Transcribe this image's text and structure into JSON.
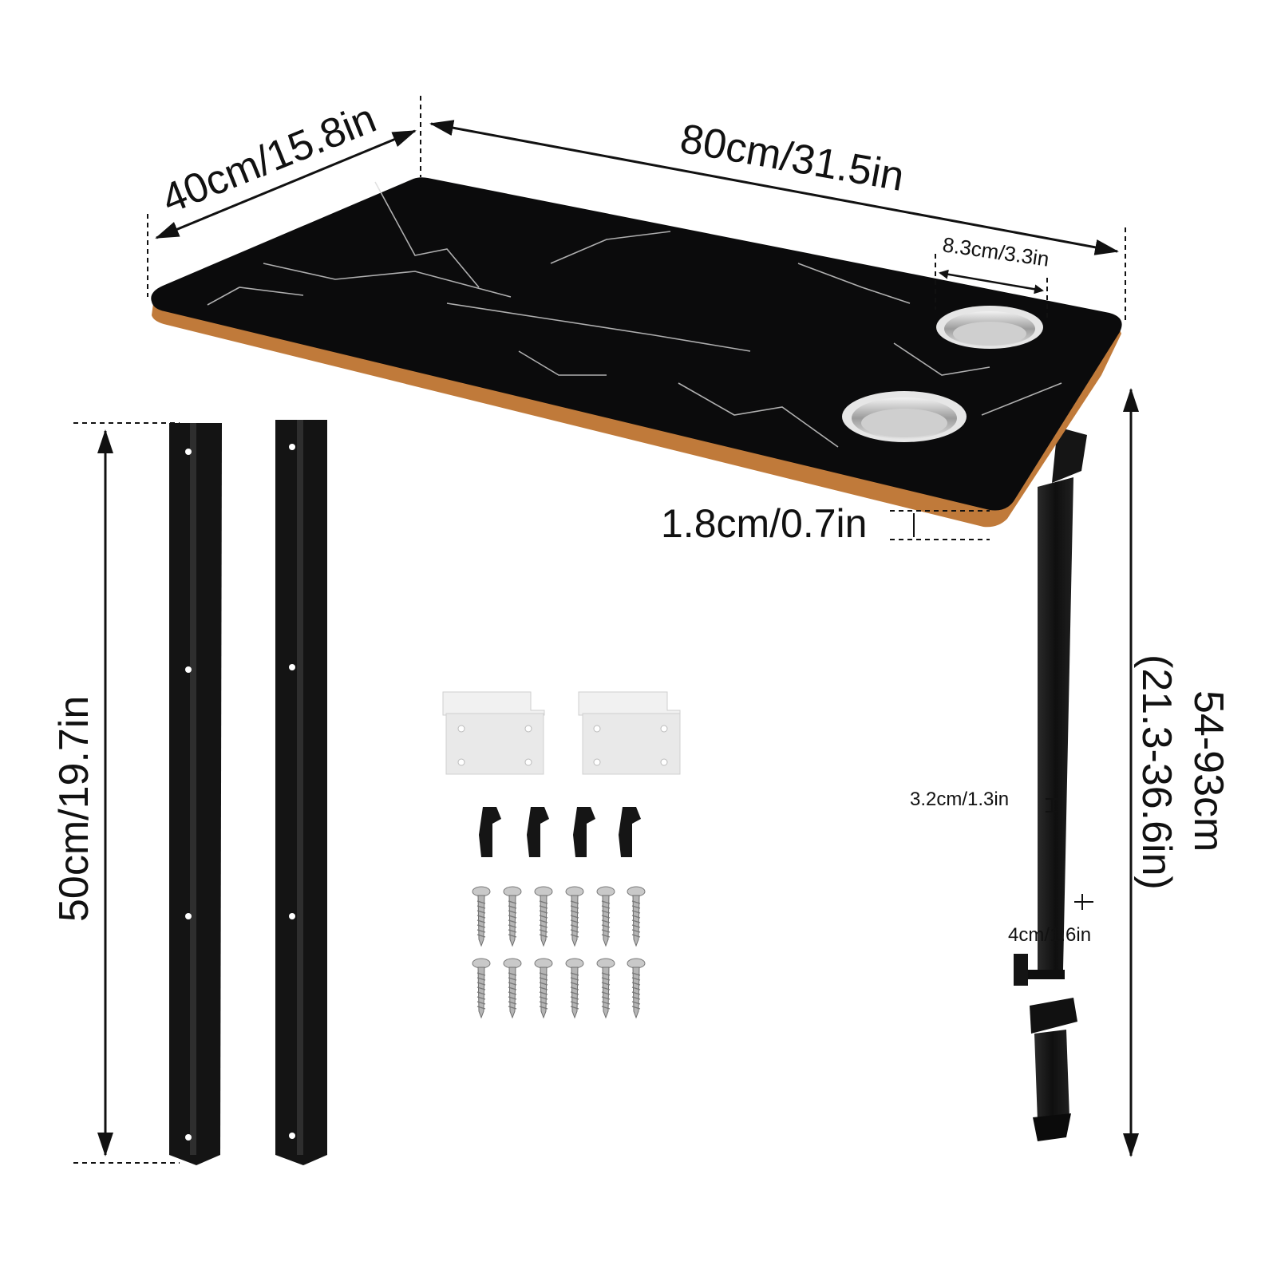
{
  "dimensions": {
    "depth": "40cm/15.8in",
    "width": "80cm/31.5in",
    "cup_holder": "8.3cm/3.3in",
    "thickness": "1.8cm/0.7in",
    "rail_length": "50cm/19.7in",
    "leg_height_metric": "54-93cm",
    "leg_height_imperial": "(21.3-36.6in)",
    "upper_leg_diameter": "3.2cm/1.3in",
    "lower_leg_diameter": "4cm/1.6in"
  },
  "colors": {
    "tabletop": "#0b0b0c",
    "edge": "#c07a3a",
    "metal": "#1a1a1a",
    "bracket": "#eeeeee",
    "screw": "#b5b5b5",
    "line": "#111111"
  }
}
